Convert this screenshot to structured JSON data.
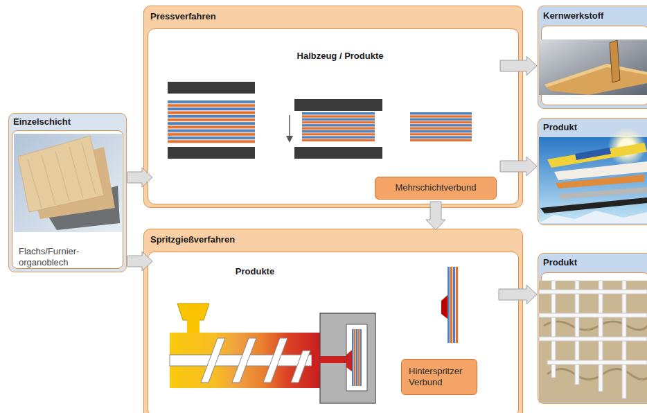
{
  "diagram": {
    "nodes": [
      {
        "text": [
          "Einzelschicht",
          "Flachs/Furnier- organoblech"
        ]
      },
      {
        "text": [
          "Pressverfahren",
          "Halbzeug / Produkte"
        ]
      },
      {
        "text": [
          "Mehrschichtverbund"
        ],
        "in": 1
      },
      {
        "text": [
          "Spritzgießverfahren",
          "Produkte"
        ]
      },
      {
        "text": [
          "Hinterspritzer Verbund"
        ],
        "in": 3
      },
      {
        "text": [
          "Kernwerkstoff"
        ]
      },
      {
        "text": [
          "Produkt"
        ]
      },
      {
        "text": [
          "Produkt"
        ]
      }
    ],
    "edges": [
      {
        "from": 0,
        "to": 1,
        "arrow": "to"
      },
      {
        "from": 0,
        "to": 3,
        "arrow": "to"
      },
      {
        "from": 1,
        "to": 5,
        "arrow": "to"
      },
      {
        "from": 1,
        "to": 6,
        "arrow": "to"
      },
      {
        "from": 2,
        "to": 3,
        "arrow": "to"
      },
      {
        "from": 3,
        "to": 7,
        "arrow": "to"
      }
    ]
  }
}
